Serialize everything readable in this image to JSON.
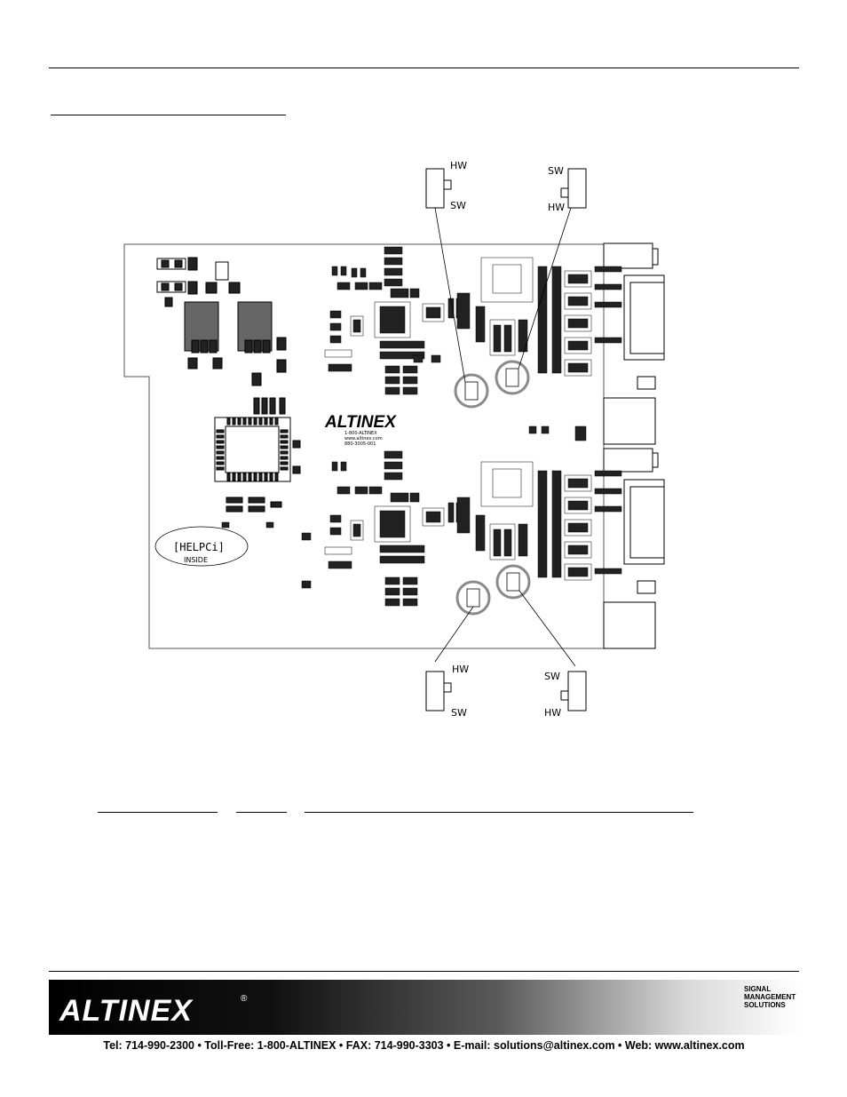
{
  "page": {
    "switch_labels": {
      "top_left": {
        "upper": "HW",
        "lower": "SW"
      },
      "top_right": {
        "upper": "SW",
        "lower": "HW"
      },
      "bottom_left": {
        "upper": "HW",
        "lower": "SW"
      },
      "bottom_right": {
        "upper": "SW",
        "lower": "HW"
      }
    },
    "board": {
      "logo": "ALTINEX",
      "phone_line": "1-800-ALTINEX",
      "web_line": "www.altinex.com",
      "part_line": "880-3005-001",
      "helpci_text": "[HELPCi]",
      "inside_text": "INSIDE"
    }
  },
  "footer": {
    "brand": "ALTINEX",
    "registered": "®",
    "badge_lines": [
      "SIGNAL",
      "MANAGEMENT",
      "SOLUTIONS"
    ],
    "contact": "Tel: 714-990-2300 • Toll-Free: 1-800-ALTINEX • FAX: 714-990-3303 • E-mail: solutions@altinex.com • Web: www.altinex.com"
  },
  "colors": {
    "ink": "#000000",
    "board_outline": "#555555",
    "highlight_circle": "#8a8a8a",
    "banner_dark": "#000000",
    "banner_light": "#ffffff"
  }
}
